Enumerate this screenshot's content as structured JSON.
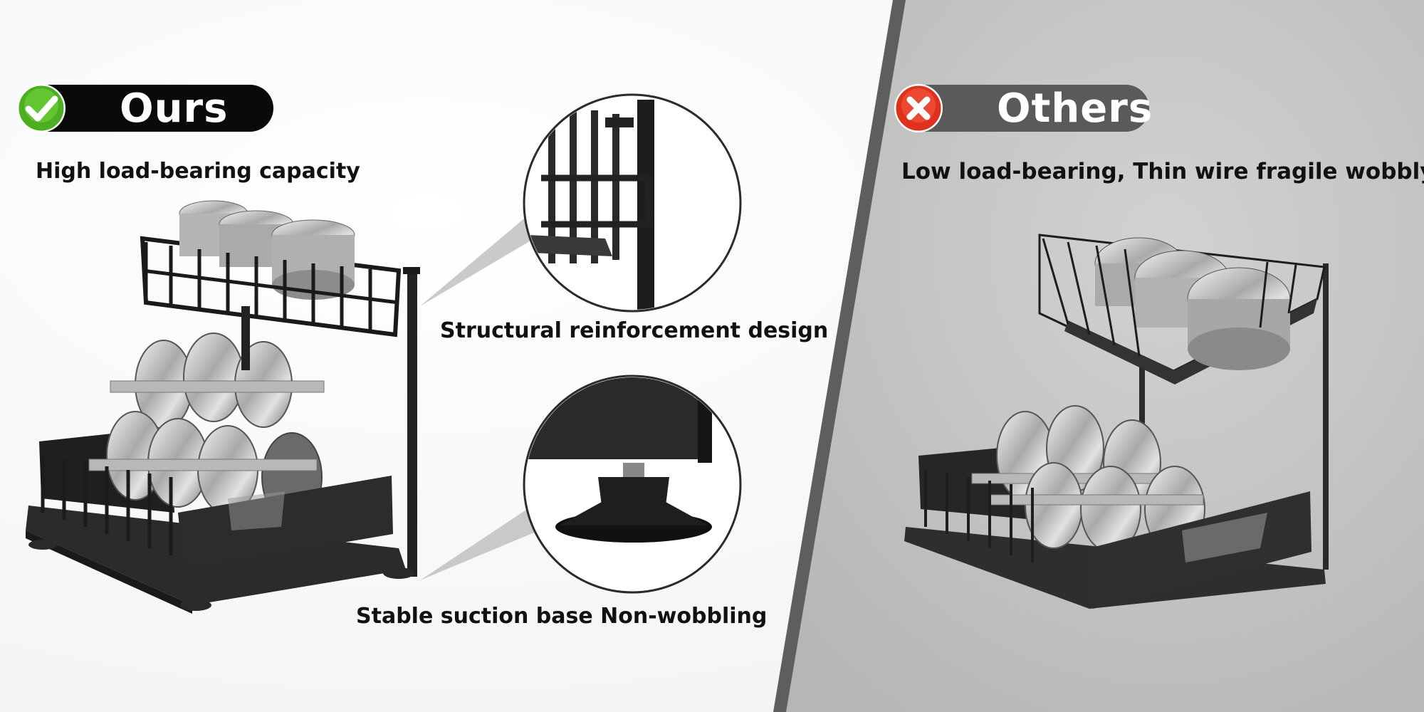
{
  "ours": {
    "label": "Ours",
    "caption": "High load-bearing capacity",
    "icon": "check-icon",
    "badge_color": "#0a0a0a",
    "icon_color": "#4caf22"
  },
  "features": {
    "reinforcement": "Structural reinforcement design",
    "suction": "Stable suction base Non-wobbling"
  },
  "others": {
    "label": "Others",
    "caption": "Low load-bearing, Thin wire fragile wobbly",
    "icon": "cross-icon",
    "badge_color": "#5a5a5a",
    "icon_color": "#e0301e"
  },
  "colors": {
    "left_bg": "#ffffff",
    "right_bg": "#c2c2c2",
    "divider": "#5e5e5e"
  }
}
